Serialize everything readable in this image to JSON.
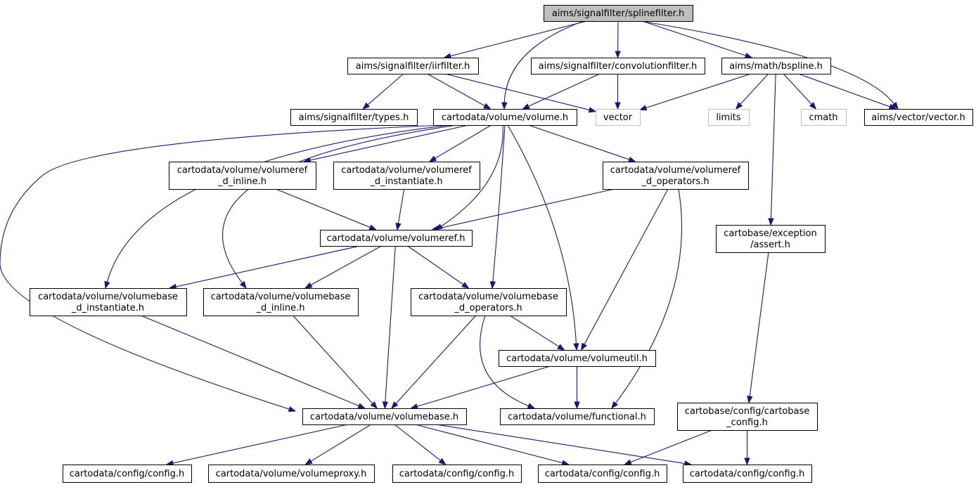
{
  "graph": {
    "colors": {
      "edge": "#191970",
      "node_border": "#000000",
      "external_border": "#bfbfbf",
      "focus_fill": "#bfbfbf"
    },
    "nodes": {
      "splinefilter": {
        "lines": [
          "aims/signalfilter/splinefilter.h"
        ],
        "kind": "focus"
      },
      "iirfilter": {
        "lines": [
          "aims/signalfilter/iirfilter.h"
        ],
        "kind": "normal"
      },
      "convolutionfilter": {
        "lines": [
          "aims/signalfilter/convolutionfilter.h"
        ],
        "kind": "normal"
      },
      "bspline": {
        "lines": [
          "aims/math/bspline.h"
        ],
        "kind": "normal"
      },
      "types": {
        "lines": [
          "aims/signalfilter/types.h"
        ],
        "kind": "normal"
      },
      "volume": {
        "lines": [
          "cartodata/volume/volume.h"
        ],
        "kind": "normal"
      },
      "vector": {
        "lines": [
          "vector"
        ],
        "kind": "external"
      },
      "limits": {
        "lines": [
          "limits"
        ],
        "kind": "external"
      },
      "cmath": {
        "lines": [
          "cmath"
        ],
        "kind": "external"
      },
      "aimsvector": {
        "lines": [
          "aims/vector/vector.h"
        ],
        "kind": "normal"
      },
      "vr_inline": {
        "lines": [
          "cartodata/volume/volumeref",
          "_d_inline.h"
        ],
        "kind": "normal"
      },
      "vr_instantiate": {
        "lines": [
          "cartodata/volume/volumeref",
          "_d_instantiate.h"
        ],
        "kind": "normal"
      },
      "vr_operators": {
        "lines": [
          "cartodata/volume/volumeref",
          "_d_operators.h"
        ],
        "kind": "normal"
      },
      "assert": {
        "lines": [
          "cartobase/exception",
          "/assert.h"
        ],
        "kind": "normal"
      },
      "volumeref": {
        "lines": [
          "cartodata/volume/volumeref.h"
        ],
        "kind": "normal"
      },
      "vb_instantiate": {
        "lines": [
          "cartodata/volume/volumebase",
          "_d_instantiate.h"
        ],
        "kind": "normal"
      },
      "vb_inline": {
        "lines": [
          "cartodata/volume/volumebase",
          "_d_inline.h"
        ],
        "kind": "normal"
      },
      "vb_operators": {
        "lines": [
          "cartodata/volume/volumebase",
          "_d_operators.h"
        ],
        "kind": "normal"
      },
      "volumeutil": {
        "lines": [
          "cartodata/volume/volumeutil.h"
        ],
        "kind": "normal"
      },
      "volumebase": {
        "lines": [
          "cartodata/volume/volumebase.h"
        ],
        "kind": "normal"
      },
      "functional": {
        "lines": [
          "cartodata/volume/functional.h"
        ],
        "kind": "normal"
      },
      "cartobase_config": {
        "lines": [
          "cartobase/config/cartobase",
          "_config.h"
        ],
        "kind": "normal"
      },
      "config1": {
        "lines": [
          "cartodata/config/config.h"
        ],
        "kind": "normal"
      },
      "volumeproxy": {
        "lines": [
          "cartodata/volume/volumeproxy.h"
        ],
        "kind": "normal"
      },
      "config2": {
        "lines": [
          "cartodata/config/config.h"
        ],
        "kind": "normal"
      },
      "config3": {
        "lines": [
          "cartodata/config/config.h"
        ],
        "kind": "normal"
      },
      "config4": {
        "lines": [
          "cartodata/config/config.h"
        ],
        "kind": "normal"
      }
    },
    "edges": [
      [
        "splinefilter",
        "iirfilter"
      ],
      [
        "splinefilter",
        "volume"
      ],
      [
        "splinefilter",
        "convolutionfilter"
      ],
      [
        "splinefilter",
        "bspline"
      ],
      [
        "splinefilter",
        "aimsvector"
      ],
      [
        "iirfilter",
        "types"
      ],
      [
        "iirfilter",
        "volume"
      ],
      [
        "iirfilter",
        "vector"
      ],
      [
        "convolutionfilter",
        "volume"
      ],
      [
        "convolutionfilter",
        "vector"
      ],
      [
        "bspline",
        "vector"
      ],
      [
        "bspline",
        "limits"
      ],
      [
        "bspline",
        "cmath"
      ],
      [
        "bspline",
        "aimsvector"
      ],
      [
        "bspline",
        "assert"
      ],
      [
        "volume",
        "vr_inline"
      ],
      [
        "volume",
        "vr_instantiate"
      ],
      [
        "volume",
        "vr_operators"
      ],
      [
        "volume",
        "volumeref"
      ],
      [
        "volume",
        "vb_instantiate"
      ],
      [
        "volume",
        "vb_inline"
      ],
      [
        "volume",
        "vb_operators"
      ],
      [
        "volume",
        "volumeutil"
      ],
      [
        "volume",
        "volumebase"
      ],
      [
        "vr_inline",
        "volumeref"
      ],
      [
        "vr_instantiate",
        "volumeref"
      ],
      [
        "vr_operators",
        "volumeref"
      ],
      [
        "vr_operators",
        "volumeutil"
      ],
      [
        "vr_operators",
        "functional"
      ],
      [
        "volumeref",
        "vb_instantiate"
      ],
      [
        "volumeref",
        "vb_inline"
      ],
      [
        "volumeref",
        "vb_operators"
      ],
      [
        "volumeref",
        "volumebase"
      ],
      [
        "vb_instantiate",
        "volumebase"
      ],
      [
        "vb_inline",
        "volumebase"
      ],
      [
        "vb_operators",
        "volumebase"
      ],
      [
        "vb_operators",
        "volumeutil"
      ],
      [
        "vb_operators",
        "functional"
      ],
      [
        "volumeutil",
        "volumebase"
      ],
      [
        "volumeutil",
        "functional"
      ],
      [
        "assert",
        "cartobase_config"
      ],
      [
        "cartobase_config",
        "config3"
      ],
      [
        "cartobase_config",
        "config4"
      ],
      [
        "volumebase",
        "config1"
      ],
      [
        "volumebase",
        "volumeproxy"
      ],
      [
        "volumebase",
        "config2"
      ],
      [
        "volumebase",
        "config3"
      ],
      [
        "volumebase",
        "config4"
      ]
    ]
  }
}
